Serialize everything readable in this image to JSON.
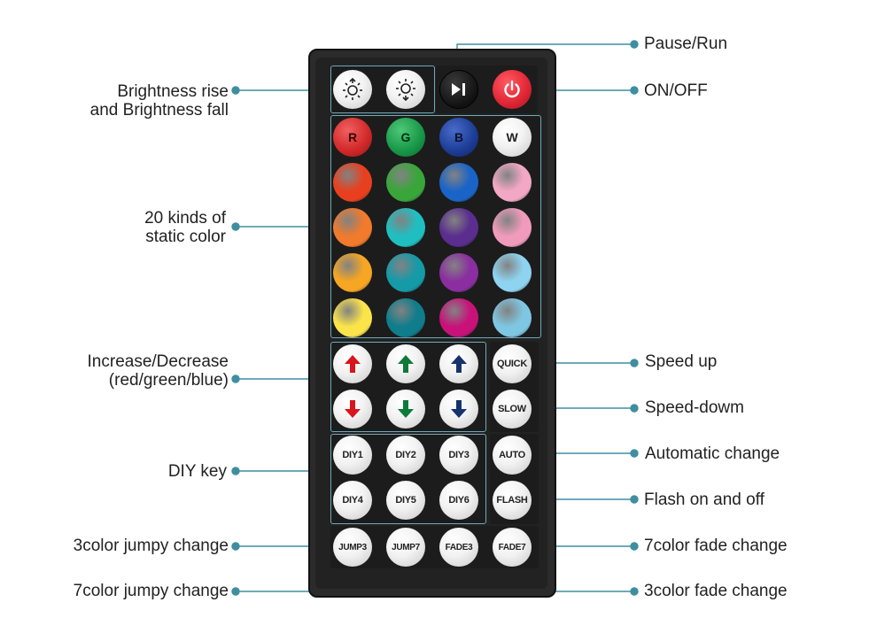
{
  "labels": {
    "brightness": [
      "Brightness rise",
      "and Brightness fall"
    ],
    "static_color": [
      "20 kinds of",
      "static color"
    ],
    "increase_decrease": [
      "Increase/Decrease",
      "(red/green/blue)"
    ],
    "diy_key": "DIY key",
    "jump3": "3color jumpy change",
    "jump7": "7color jumpy change",
    "pause_run": "Pause/Run",
    "on_off": "ON/OFF",
    "speed_up": "Speed up",
    "speed_down": "Speed-dowm",
    "auto": "Automatic change",
    "flash": "Flash on and off",
    "fade7": "7color fade change",
    "fade3": "3color fade change"
  },
  "buttons": {
    "rgbw": [
      {
        "text": "R",
        "color": "#d42b2b",
        "text_color": "#3a0000"
      },
      {
        "text": "G",
        "color": "#1a9a4a",
        "text_color": "#003010"
      },
      {
        "text": "B",
        "color": "#1e3f9a",
        "text_color": "#0a1230"
      },
      {
        "text": "W",
        "color": "#ffffff",
        "text_color": "#222222"
      }
    ],
    "static_colors": [
      "#e8401f",
      "#39a63a",
      "#1a64c8",
      "#f2a8c4",
      "#f17a2c",
      "#1fbfc1",
      "#5a2d8e",
      "#f19bbc",
      "#f6a623",
      "#159aa8",
      "#8a2ea0",
      "#8ed3f0",
      "#fbe44a",
      "#0f7d8c",
      "#c8127a",
      "#7fc6e2"
    ],
    "arrow_up_colors": [
      "#d8141c",
      "#0e7a3a",
      "#16336e"
    ],
    "arrow_down_colors": [
      "#d8141c",
      "#0e7a3a",
      "#16336e"
    ],
    "quick": "QUICK",
    "slow": "SLOW",
    "auto": "AUTO",
    "flash": "FLASH",
    "diy": [
      "DIY1",
      "DIY2",
      "DIY3",
      "DIY4",
      "DIY5",
      "DIY6"
    ],
    "bottom": [
      "JUMP3",
      "JUMP7",
      "FADE3",
      "FADE7"
    ]
  },
  "colors": {
    "remote_body": "#2b2b2b",
    "group_border": "#6fa9b8",
    "leader_line": "#3f8ea0",
    "power_button": "#e32836",
    "play_button": "#111111"
  },
  "icons": [
    "brightness-up-icon",
    "brightness-down-icon",
    "play-pause-icon",
    "power-icon",
    "arrow-up-icon",
    "arrow-down-icon"
  ]
}
